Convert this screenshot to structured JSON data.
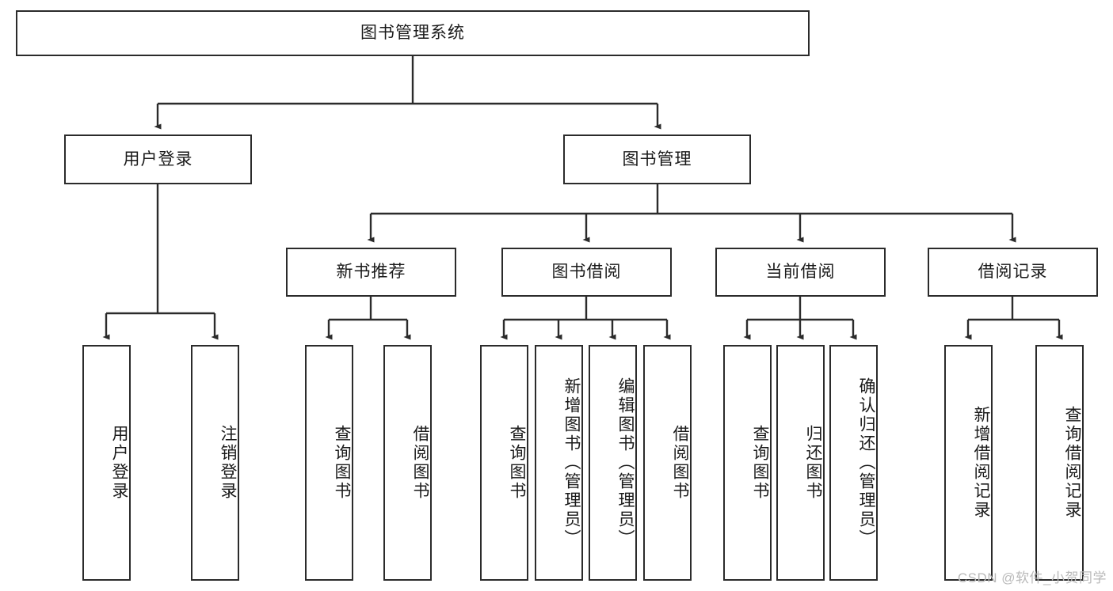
{
  "diagram": {
    "type": "tree-hierarchy",
    "title": "图书管理系统",
    "orientation": "top-down",
    "watermark": "CSDN @软件_小贺同学",
    "colors": {
      "box_border": "#2b2b2b",
      "box_fill": "#ffffff",
      "connector": "#2b2b2b",
      "text": "#1a1a1a",
      "watermark": "#b9b9b9",
      "background": "#ffffff"
    },
    "levels": [
      {
        "level": 1,
        "nodes": [
          {
            "id": "root",
            "label": "图书管理系统",
            "orientation": "horizontal"
          }
        ]
      },
      {
        "level": 2,
        "nodes": [
          {
            "id": "user-login",
            "label": "用户登录",
            "orientation": "horizontal",
            "parent": "root"
          },
          {
            "id": "book-manage",
            "label": "图书管理",
            "orientation": "horizontal",
            "parent": "root"
          }
        ]
      },
      {
        "level": 3,
        "nodes": [
          {
            "id": "new-book-rec",
            "label": "新书推荐",
            "orientation": "horizontal",
            "parent": "book-manage"
          },
          {
            "id": "book-borrow",
            "label": "图书借阅",
            "orientation": "horizontal",
            "parent": "book-manage"
          },
          {
            "id": "current-borrow",
            "label": "当前借阅",
            "orientation": "horizontal",
            "parent": "book-manage"
          },
          {
            "id": "borrow-record",
            "label": "借阅记录",
            "orientation": "horizontal",
            "parent": "book-manage"
          }
        ]
      },
      {
        "level": 4,
        "nodes": [
          {
            "id": "leaf-user-login",
            "label": "用户登录",
            "orientation": "vertical",
            "parent": "user-login"
          },
          {
            "id": "leaf-logout",
            "label": "注销登录",
            "orientation": "vertical",
            "parent": "user-login"
          },
          {
            "id": "leaf-query-book-1",
            "label": "查询图书",
            "orientation": "vertical",
            "parent": "new-book-rec"
          },
          {
            "id": "leaf-borrow-book-1",
            "label": "借阅图书",
            "orientation": "vertical",
            "parent": "new-book-rec"
          },
          {
            "id": "leaf-query-book-2",
            "label": "查询图书",
            "orientation": "vertical",
            "parent": "book-borrow"
          },
          {
            "id": "leaf-add-book",
            "label": "新增图书（管理员）",
            "orientation": "vertical",
            "parent": "book-borrow"
          },
          {
            "id": "leaf-edit-book",
            "label": "编辑图书（管理员）",
            "orientation": "vertical",
            "parent": "book-borrow"
          },
          {
            "id": "leaf-borrow-book-2",
            "label": "借阅图书",
            "orientation": "vertical",
            "parent": "book-borrow"
          },
          {
            "id": "leaf-query-book-3",
            "label": "查询图书",
            "orientation": "vertical",
            "parent": "current-borrow"
          },
          {
            "id": "leaf-return-book",
            "label": "归还图书",
            "orientation": "vertical",
            "parent": "current-borrow"
          },
          {
            "id": "leaf-confirm-return",
            "label": "确认归还（管理员）",
            "orientation": "vertical",
            "parent": "current-borrow"
          },
          {
            "id": "leaf-add-record",
            "label": "新增借阅记录",
            "orientation": "vertical",
            "parent": "borrow-record"
          },
          {
            "id": "leaf-query-record",
            "label": "查询借阅记录",
            "orientation": "vertical",
            "parent": "borrow-record"
          }
        ]
      }
    ]
  }
}
